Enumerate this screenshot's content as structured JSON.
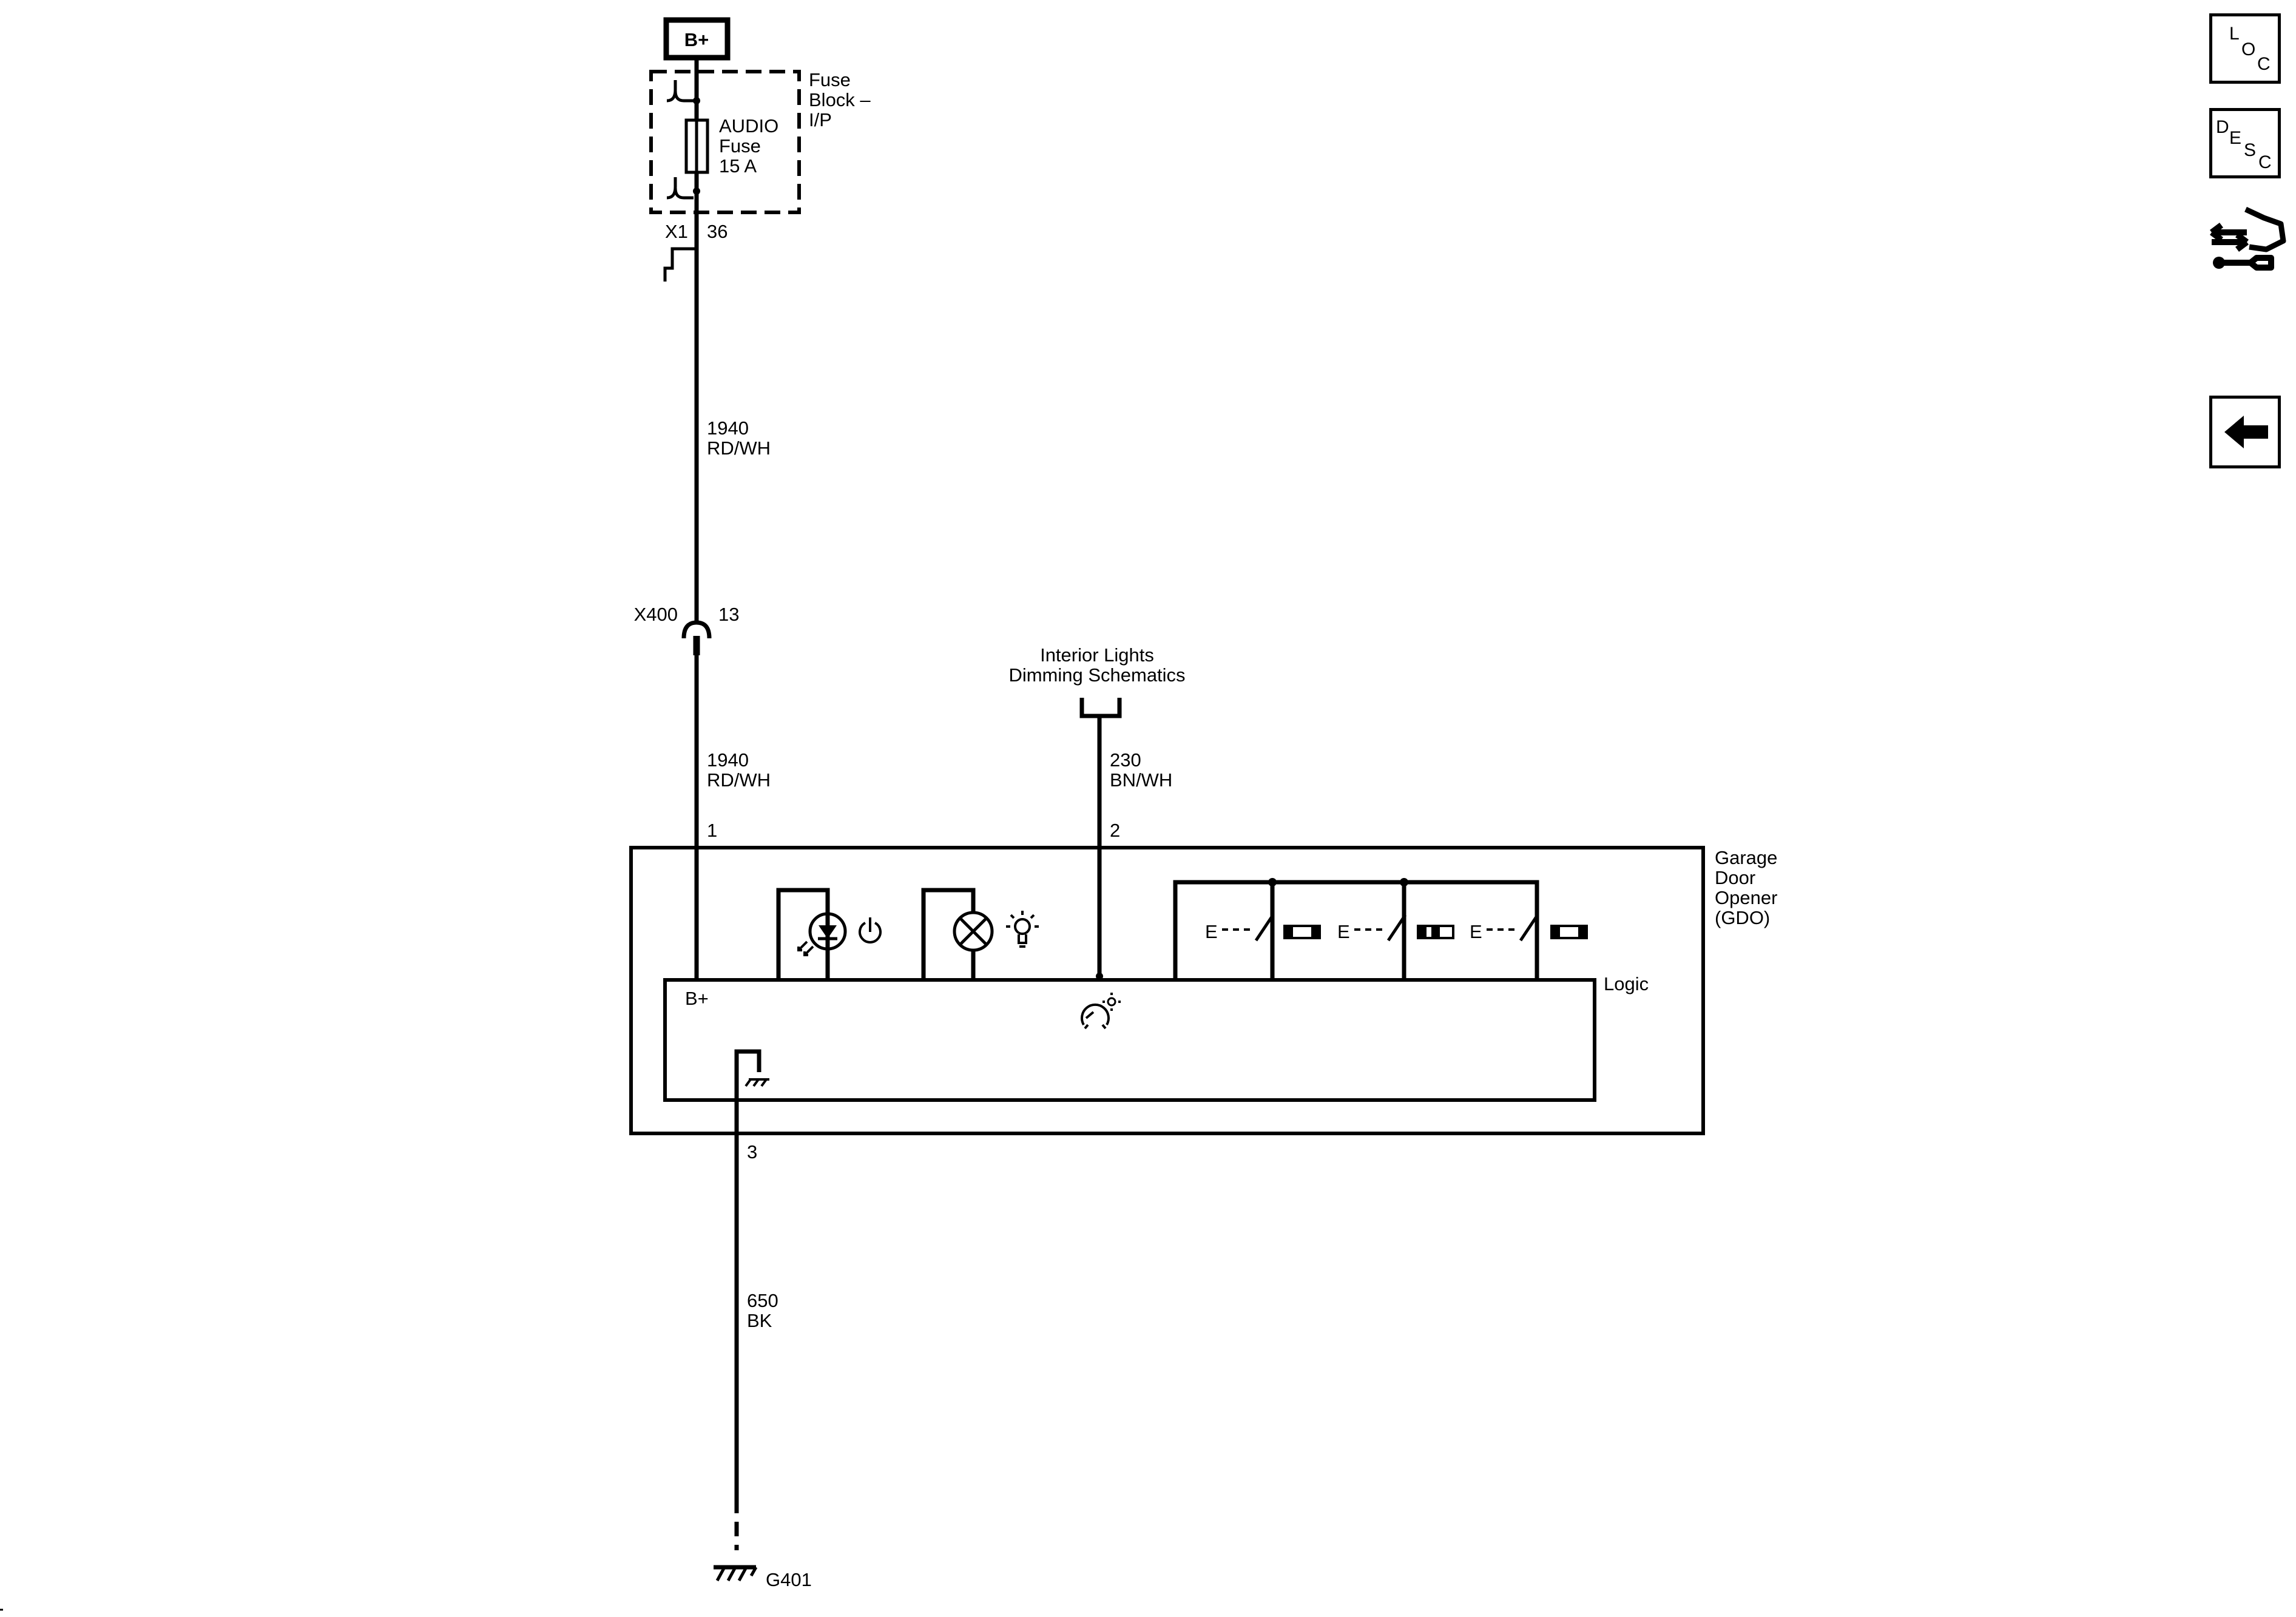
{
  "power_source": {
    "label": "B+"
  },
  "fuse_block": {
    "name_lines": [
      "Fuse",
      "Block –",
      "I/P"
    ],
    "fuse_lines": [
      "AUDIO",
      "Fuse",
      "15 A"
    ],
    "connector": "X1",
    "pin": "36"
  },
  "wire_fuse_to_inline": {
    "circuit": "1940",
    "color": "RD/WH"
  },
  "inline_connector": {
    "name": "X400",
    "pin": "13"
  },
  "wire_inline_to_gdo": {
    "circuit": "1940",
    "color": "RD/WH"
  },
  "interior_lights_ref": {
    "lines": [
      "Interior Lights",
      "Dimming Schematics"
    ]
  },
  "wire_dimming": {
    "circuit": "230",
    "color": "BN/WH"
  },
  "gdo": {
    "name_lines": [
      "Garage",
      "Door",
      "Opener",
      "(GDO)"
    ],
    "pin_bplus": "1",
    "pin_dimming": "2",
    "pin_ground": "3",
    "logic_label": "Logic",
    "bplus_label": "B+",
    "switch_prefix": "E",
    "switch_count": 3
  },
  "wire_ground": {
    "circuit": "650",
    "color": "BK"
  },
  "ground": {
    "name": "G401"
  },
  "nav": {
    "loc_letters": [
      "L",
      "O",
      "C"
    ],
    "desc_letters": [
      "D",
      "E",
      "S",
      "C"
    ],
    "tools_icon": "connector-tools-icon",
    "back_icon": "back-arrow-icon"
  }
}
